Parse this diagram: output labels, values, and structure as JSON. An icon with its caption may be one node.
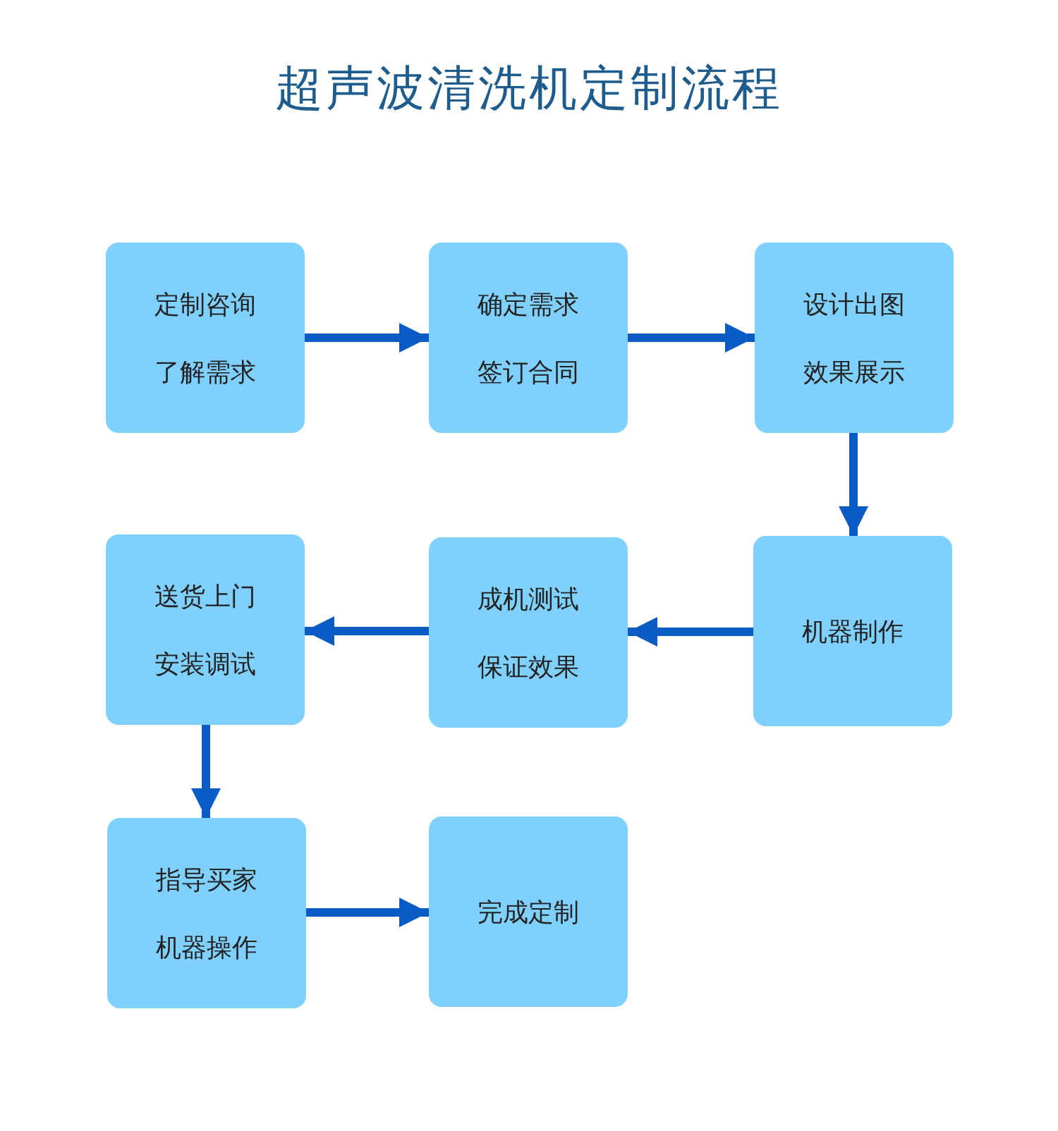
{
  "diagram": {
    "title": "超声波清洗机定制流程",
    "nodes": [
      {
        "text": [
          "定制咨询",
          "了解需求"
        ]
      },
      {
        "text": [
          "确定需求",
          "签订合同"
        ]
      },
      {
        "text": [
          "设计出图",
          "效果展示"
        ]
      },
      {
        "text": [
          "机器制作"
        ]
      },
      {
        "text": [
          "成机测试",
          "保证效果"
        ]
      },
      {
        "text": [
          "送货上门",
          "安装调试"
        ]
      },
      {
        "text": [
          "指导买家",
          "机器操作"
        ]
      },
      {
        "text": [
          "完成定制"
        ]
      }
    ],
    "edges": [
      {
        "from": 0,
        "to": 1,
        "arrow": "to"
      },
      {
        "from": 1,
        "to": 2,
        "arrow": "to"
      },
      {
        "from": 2,
        "to": 3,
        "arrow": "to"
      },
      {
        "from": 3,
        "to": 4,
        "arrow": "to"
      },
      {
        "from": 4,
        "to": 5,
        "arrow": "to"
      },
      {
        "from": 5,
        "to": 6,
        "arrow": "to"
      },
      {
        "from": 6,
        "to": 7,
        "arrow": "to"
      }
    ]
  }
}
